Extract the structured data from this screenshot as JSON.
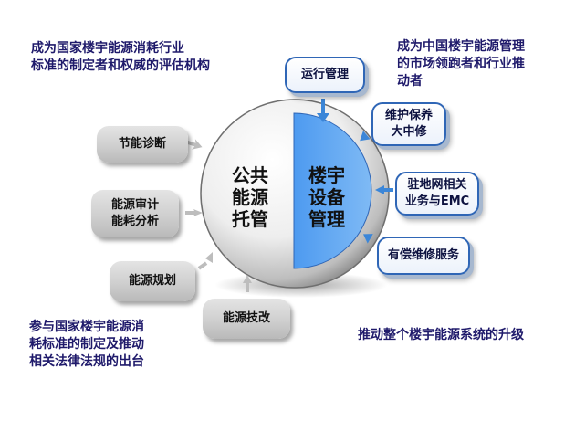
{
  "captions": {
    "top_left_line1": "成为国家楼宇能源消耗行业",
    "top_left_line2": "标准的制定者和权威的评估机构",
    "top_right_line1": "成为中国楼宇能源管理",
    "top_right_line2": "的市场领跑者和行业推",
    "top_right_line3": "动者",
    "bottom_left_line1": "参与国家楼宇能源消",
    "bottom_left_line2": "耗标准的制定及推动",
    "bottom_left_line3": "相关法律法规的出台",
    "bottom_right": "推动整个楼宇能源系统的升级"
  },
  "sphere": {
    "left_line1": "公共",
    "left_line2": "能源",
    "left_line3": "托管",
    "right_line1": "楼宇",
    "right_line2": "设备",
    "right_line3": "管理"
  },
  "left_services": {
    "diagnosis": "节能诊断",
    "audit_line1": "能源审计",
    "audit_line2": "能耗分析",
    "planning": "能源规划",
    "retrofit": "能源技改"
  },
  "right_services": {
    "operation": "运行管理",
    "maintenance_line1": "维护保养",
    "maintenance_line2": "大中修",
    "emc_line1": "驻地网相关",
    "emc_line2": "业务与EMC",
    "paid_repair": "有偿维修服务"
  },
  "colors": {
    "caption_text": "#1f1a6b",
    "blue_half": "#5aa6f2",
    "blue_border": "#2f66b6",
    "arrow_gray": "#bdbdbd",
    "arrow_blue": "#3b86d8"
  }
}
